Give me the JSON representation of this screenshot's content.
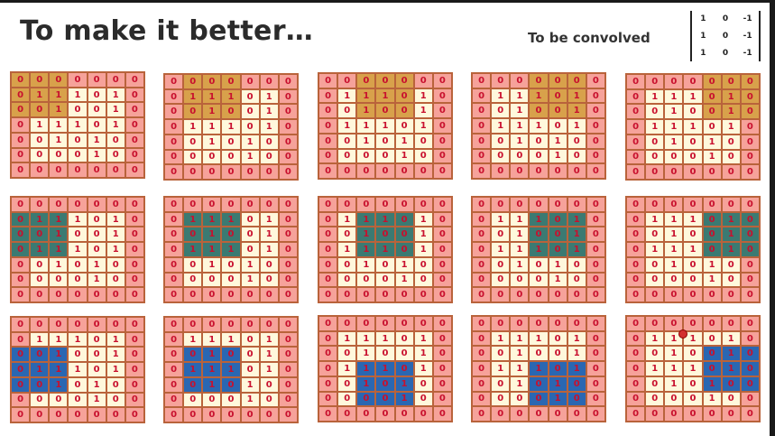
{
  "slide": {
    "title": "To make it better…",
    "kernel_label": "To be convolved"
  },
  "kernel": [
    [
      "1",
      "0",
      "-1"
    ],
    [
      "1",
      "0",
      "-1"
    ],
    [
      "1",
      "0",
      "-1"
    ]
  ],
  "matrix": [
    [
      "0",
      "0",
      "0",
      "0",
      "0",
      "0",
      "0"
    ],
    [
      "0",
      "1",
      "1",
      "1",
      "0",
      "1",
      "0"
    ],
    [
      "0",
      "0",
      "1",
      "0",
      "0",
      "1",
      "0"
    ],
    [
      "0",
      "1",
      "1",
      "1",
      "0",
      "1",
      "0"
    ],
    [
      "0",
      "0",
      "1",
      "0",
      "1",
      "0",
      "0"
    ],
    [
      "0",
      "0",
      "0",
      "0",
      "1",
      "0",
      "0"
    ],
    [
      "0",
      "0",
      "0",
      "0",
      "0",
      "0",
      "0"
    ]
  ],
  "highlight_colors": {
    "row1": "#d8a14b",
    "row2": "#3b7a72",
    "row3": "#2a67b2"
  },
  "panels": [
    {
      "row": 0,
      "col": 0,
      "hr": 0,
      "hc": 0,
      "color": "row1"
    },
    {
      "row": 0,
      "col": 1,
      "hr": 0,
      "hc": 1,
      "color": "row1"
    },
    {
      "row": 0,
      "col": 2,
      "hr": 0,
      "hc": 2,
      "color": "row1"
    },
    {
      "row": 0,
      "col": 3,
      "hr": 0,
      "hc": 3,
      "color": "row1"
    },
    {
      "row": 0,
      "col": 4,
      "hr": 0,
      "hc": 4,
      "color": "row1"
    },
    {
      "row": 1,
      "col": 0,
      "hr": 1,
      "hc": 0,
      "color": "row2"
    },
    {
      "row": 1,
      "col": 1,
      "hr": 1,
      "hc": 1,
      "color": "row2"
    },
    {
      "row": 1,
      "col": 2,
      "hr": 1,
      "hc": 2,
      "color": "row2"
    },
    {
      "row": 1,
      "col": 3,
      "hr": 1,
      "hc": 3,
      "color": "row2"
    },
    {
      "row": 1,
      "col": 4,
      "hr": 1,
      "hc": 4,
      "color": "row2"
    },
    {
      "row": 2,
      "col": 0,
      "hr": 2,
      "hc": 0,
      "color": "row3"
    },
    {
      "row": 2,
      "col": 1,
      "hr": 2,
      "hc": 1,
      "color": "row3"
    },
    {
      "row": 2,
      "col": 2,
      "hr": 3,
      "hc": 2,
      "color": "row3"
    },
    {
      "row": 2,
      "col": 3,
      "hr": 3,
      "hc": 3,
      "color": "row3"
    },
    {
      "row": 2,
      "col": 4,
      "hr": 2,
      "hc": 4,
      "color": "row3"
    }
  ]
}
